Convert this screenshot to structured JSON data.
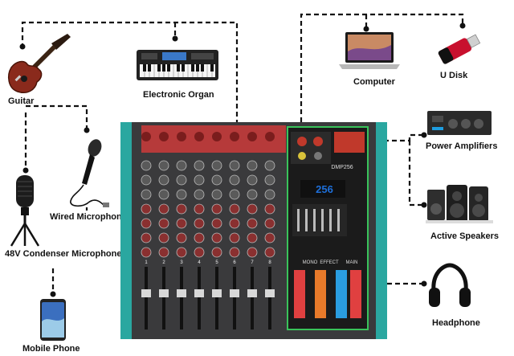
{
  "devices": {
    "guitar": "Guitar",
    "electronic_organ": "Electronic Organ",
    "wired_microphone": "Wired Microphone",
    "condenser_microphone": "48V Condenser Microphone",
    "mobile_phone": "Mobile Phone",
    "computer": "Computer",
    "u_disk": "U Disk",
    "power_amplifiers": "Power Amplifiers",
    "active_speakers": "Active Speakers",
    "headphone": "Headphone"
  },
  "mixer": {
    "model": "DMP256",
    "display_value": "256",
    "channel_numbers": [
      "1",
      "2",
      "3",
      "4",
      "5",
      "6",
      "7",
      "8"
    ],
    "section_labels": [
      "MONO",
      "EFFECT",
      "MAIN"
    ]
  },
  "colors": {
    "wire": "#111111",
    "mixer_body": "#3a3a3c",
    "accent_teal": "#2aa7a0",
    "accent_red": "#c0392b",
    "display_blue": "#1e6fd9"
  }
}
